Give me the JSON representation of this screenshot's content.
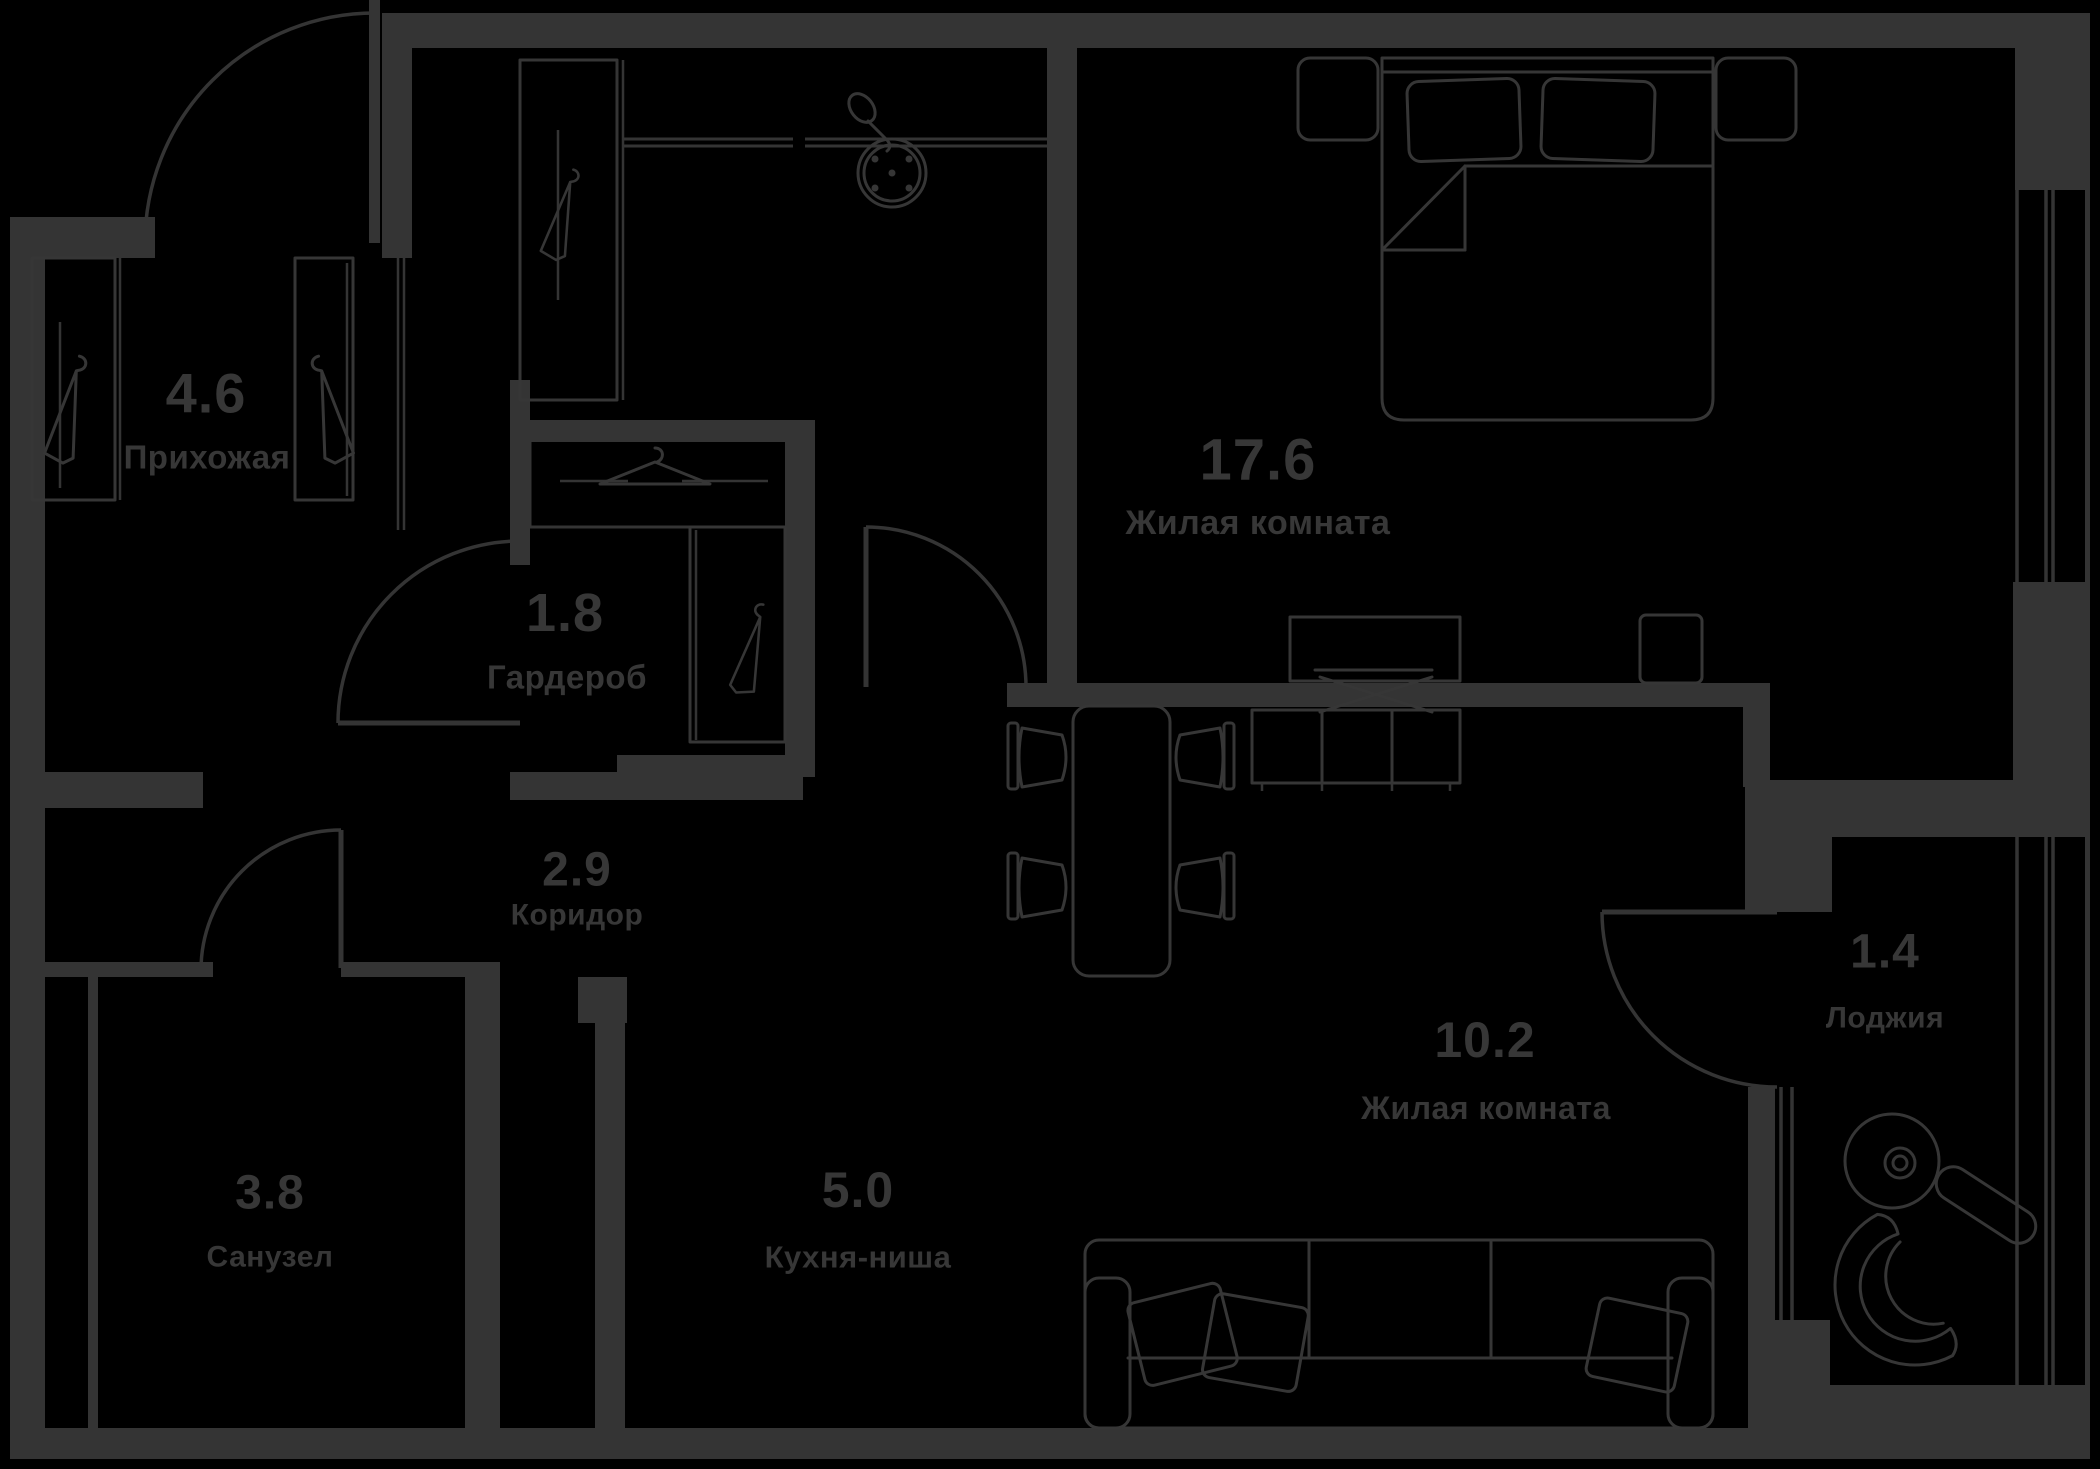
{
  "plan": {
    "type": "apartment-floor-plan",
    "colors": {
      "background": "#000000",
      "line": "#343434",
      "text": "#373737"
    },
    "rooms": [
      {
        "id": "hallway",
        "area": "4.6",
        "name": "Прихожая"
      },
      {
        "id": "wardrobe",
        "area": "1.8",
        "name": "Гардероб"
      },
      {
        "id": "corridor",
        "area": "2.9",
        "name": "Коридор"
      },
      {
        "id": "bathroom",
        "area": "3.8",
        "name": "Санузел"
      },
      {
        "id": "kitchen",
        "area": "5.0",
        "name": "Кухня-ниша"
      },
      {
        "id": "living-17",
        "area": "17.6",
        "name": "Жилая комната"
      },
      {
        "id": "living-10",
        "area": "10.2",
        "name": "Жилая комната"
      },
      {
        "id": "loggia",
        "area": "1.4",
        "name": "Лоджия"
      }
    ]
  }
}
